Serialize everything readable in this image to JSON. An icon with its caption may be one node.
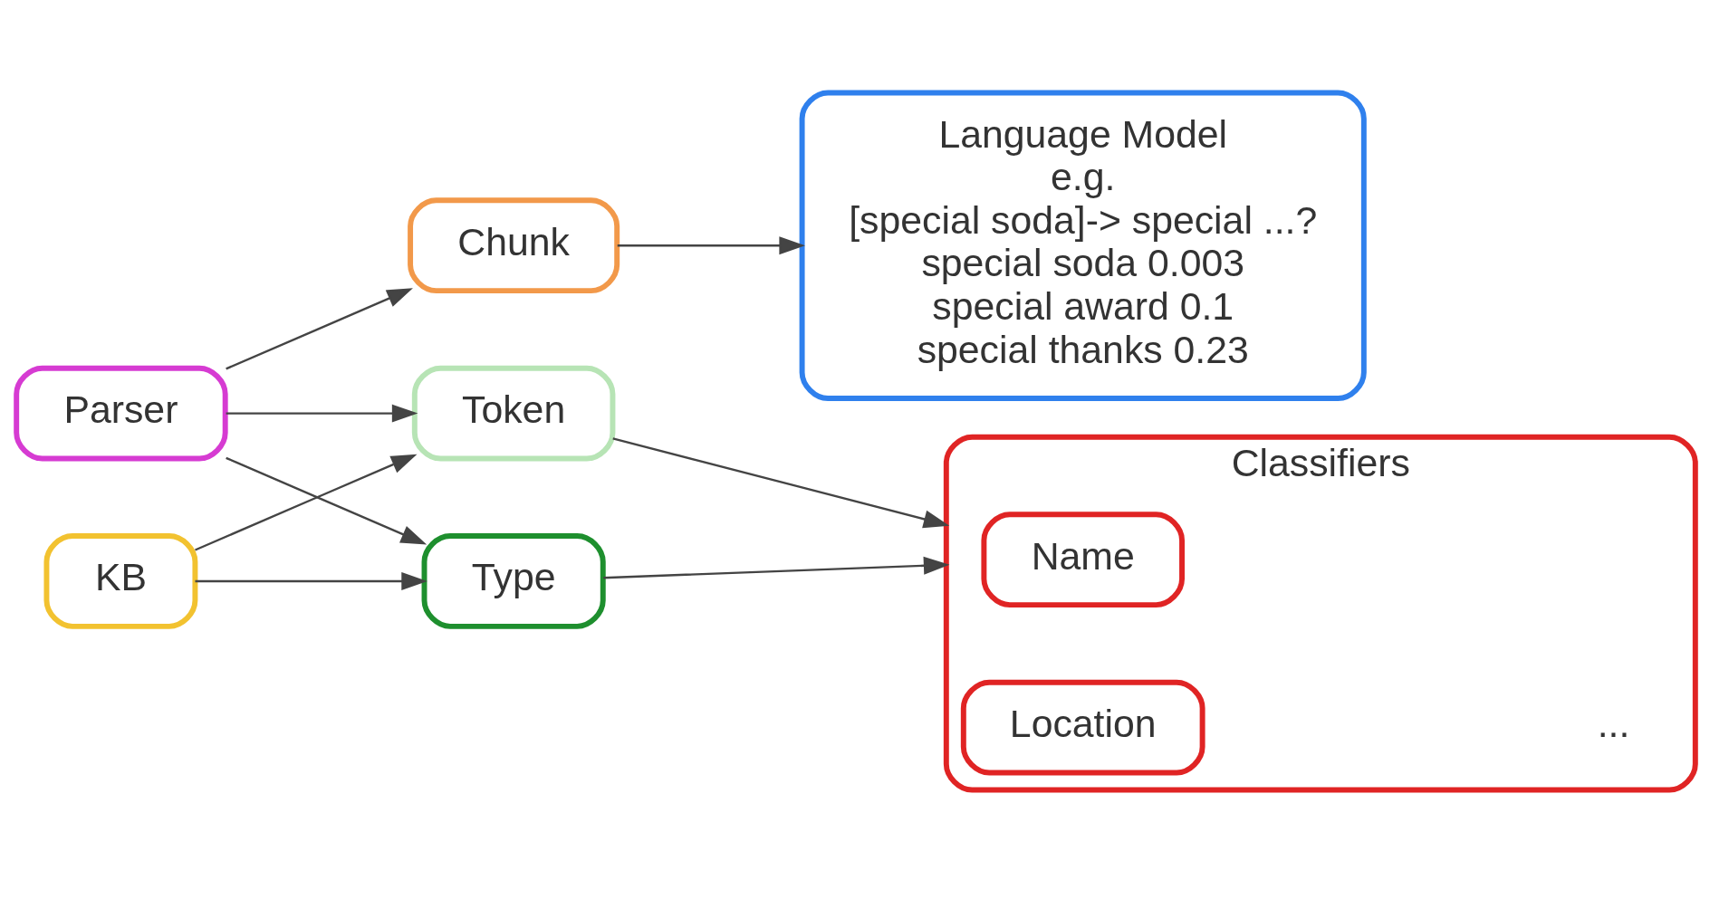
{
  "diagram": {
    "nodes": [
      {
        "text": [
          "Parser"
        ]
      },
      {
        "text": [
          "KB"
        ]
      },
      {
        "text": [
          "Chunk"
        ]
      },
      {
        "text": [
          "Token"
        ]
      },
      {
        "text": [
          "Type"
        ]
      },
      {
        "text": [
          "Language Model",
          "e.g.",
          "[special soda]-> special ...?",
          "special soda 0.003",
          "special award 0.1",
          "special thanks 0.23"
        ]
      },
      {
        "text": [
          "Classifiers"
        ]
      },
      {
        "text": [
          "Name"
        ],
        "in": 6
      },
      {
        "text": [
          "Location"
        ],
        "in": 6
      }
    ],
    "edges": [
      {
        "from": 0,
        "to": 2,
        "arrow": "to"
      },
      {
        "from": 0,
        "to": 3,
        "arrow": "to"
      },
      {
        "from": 0,
        "to": 4,
        "arrow": "to"
      },
      {
        "from": 1,
        "to": 3,
        "arrow": "to"
      },
      {
        "from": 1,
        "to": 4,
        "arrow": "to"
      },
      {
        "from": 2,
        "to": 5,
        "arrow": "to"
      },
      {
        "from": 3,
        "to": 6,
        "arrow": "to"
      },
      {
        "from": 4,
        "to": 6,
        "arrow": "to"
      }
    ],
    "labels": [
      "..."
    ]
  }
}
